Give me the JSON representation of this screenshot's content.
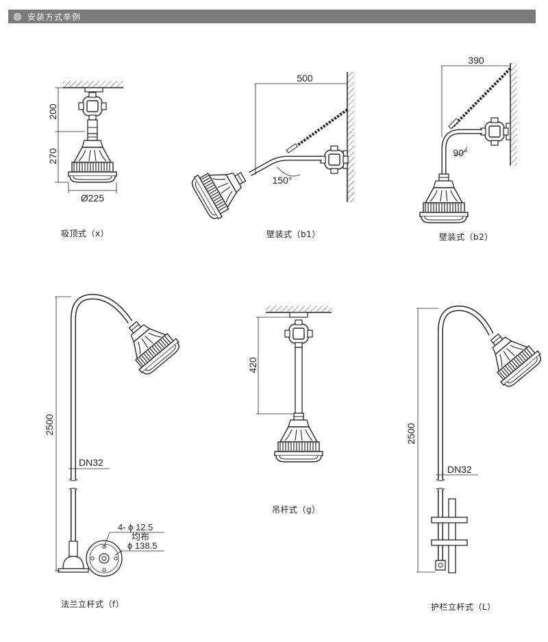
{
  "header": {
    "title": "安装方式举例"
  },
  "captions": {
    "x": "吸顶式（x）",
    "b1": "壁装式（b1）",
    "b2": "壁装式（b2）",
    "f": "法兰立杆式（f）",
    "g": "吊杆式（g）",
    "L": "护栏立杆式（L）"
  },
  "dims": {
    "x_h1": "200",
    "x_h2": "270",
    "x_d": "Ø225",
    "b1_w": "500",
    "b1_angle": "150°",
    "b2_w": "390",
    "b2_angle": "90°",
    "f_h": "2500",
    "f_pipe": "DN32",
    "f_holes": "4- ϕ 12.5",
    "f_even": "均布",
    "f_pcd": "ϕ 138.5",
    "g_h": "420",
    "L_h": "2500",
    "L_pipe": "DN32"
  }
}
